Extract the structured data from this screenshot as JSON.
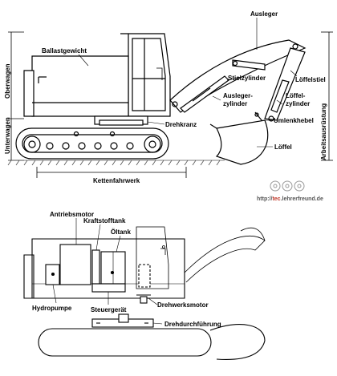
{
  "labels": {
    "ausleger": "Ausleger",
    "ballastgewicht": "Ballastgewicht",
    "oberwagen": "Oberwagen",
    "unterwagen": "Unterwagen",
    "stielzylinder": "Stielzylinder",
    "loeffelstiel": "Löffelstiel",
    "auslegerzylinder_1": "Ausleger-",
    "auslegerzylinder_2": "zylinder",
    "loeffelzylinder_1": "Löffel-",
    "loeffelzylinder_2": "zylinder",
    "umlenkhebel": "Umlenkhebel",
    "drehkranz": "Drehkranz",
    "loeffel": "Löffel",
    "arbeitsausruestung": "Arbeitsausrüstung",
    "kettenfahrwerk": "Kettenfahrwerk",
    "antriebsmotor": "Antriebsmotor",
    "kraftstofftank": "Kraftstofftank",
    "oeltank": "Öltank",
    "hydropumpe": "Hydropumpe",
    "steuergeraet": "Steuergerät",
    "drehwerksmotor": "Drehwerksmotor",
    "drehdurchfuehrung": "Drehdurchführung"
  },
  "watermark": {
    "prefix": "http://",
    "accent": "tec",
    "suffix": ".lehrerfreund.de"
  },
  "colors": {
    "line": "#000000",
    "ground_hatch": "#555555",
    "watermark_accent": "#c0392b"
  }
}
